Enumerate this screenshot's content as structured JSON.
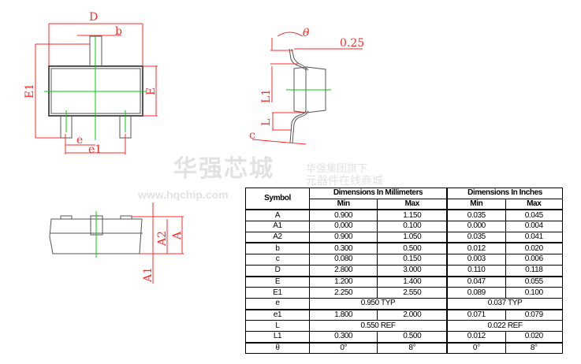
{
  "watermark": {
    "brand": "华强芯城",
    "tagline1": "华强集团旗下",
    "tagline2": "元器件在线商城",
    "url": "www.hqchip.com"
  },
  "drawing_labels": {
    "D": "D",
    "b": "b",
    "E1": "E1",
    "E": "E",
    "e": "e",
    "e1": "e1",
    "theta": "θ",
    "gauge": "0.25",
    "L1": "L1",
    "L": "L",
    "c": "c",
    "A": "A",
    "A1": "A1",
    "A2": "A2"
  },
  "table": {
    "symbol_header": "Symbol",
    "mm_header": "Dimensions In Millimeters",
    "in_header": "Dimensions In Inches",
    "min": "Min",
    "max": "Max",
    "rows": [
      {
        "s": "A",
        "mmin": "0.900",
        "mmax": "1.150",
        "imin": "0.035",
        "imax": "0.045"
      },
      {
        "s": "A1",
        "mmin": "0.000",
        "mmax": "0.100",
        "imin": "0.000",
        "imax": "0.004"
      },
      {
        "s": "A2",
        "mmin": "0.900",
        "mmax": "1.050",
        "imin": "0.035",
        "imax": "0.041"
      },
      {
        "s": "b",
        "mmin": "0.300",
        "mmax": "0.500",
        "imin": "0.012",
        "imax": "0.020"
      },
      {
        "s": "c",
        "mmin": "0.080",
        "mmax": "0.150",
        "imin": "0.003",
        "imax": "0.006"
      },
      {
        "s": "D",
        "mmin": "2.800",
        "mmax": "3.000",
        "imin": "0.110",
        "imax": "0.118"
      },
      {
        "s": "E",
        "mmin": "1.200",
        "mmax": "1.400",
        "imin": "0.047",
        "imax": "0.055"
      },
      {
        "s": "E1",
        "mmin": "2.250",
        "mmax": "2.550",
        "imin": "0.089",
        "imax": "0.100"
      },
      {
        "s": "e",
        "mm": "0.950 TYP",
        "in": "0.037 TYP"
      },
      {
        "s": "e1",
        "mmin": "1.800",
        "mmax": "2.000",
        "imin": "0.071",
        "imax": "0.079"
      },
      {
        "s": "L",
        "mm": "0.550 REF",
        "in": "0.022 REF"
      },
      {
        "s": "L1",
        "mmin": "0.300",
        "mmax": "0.500",
        "imin": "0.012",
        "imax": "0.020"
      },
      {
        "s": "θ",
        "mmin": "0°",
        "mmax": "8°",
        "imin": "0°",
        "imax": "8°"
      }
    ]
  }
}
